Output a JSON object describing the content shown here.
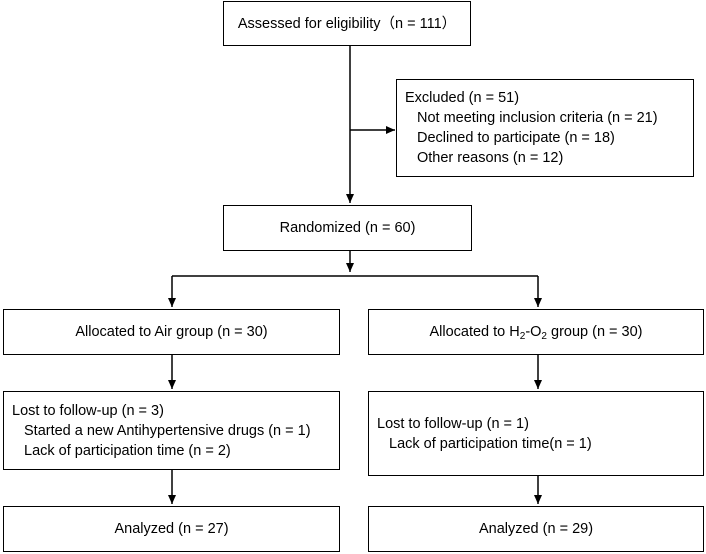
{
  "assessed": "Assessed for eligibility（n = 111）",
  "excluded": {
    "title": "Excluded (n = 51)",
    "items": [
      "Not meeting inclusion criteria (n = 21)",
      "Declined to participate (n = 18)",
      "Other reasons (n = 12)"
    ]
  },
  "randomized": "Randomized (n = 60)",
  "air": {
    "allocated": "Allocated to Air group (n = 30)",
    "lost_title": "Lost to follow-up (n = 3)",
    "lost_items": [
      "Started a new Antihypertensive drugs (n = 1)",
      "Lack of participation time (n = 2)"
    ],
    "analyzed": "Analyzed (n = 27)"
  },
  "h2o2": {
    "allocated_prefix": "Allocated to H",
    "sub1": "2",
    "allocated_mid": "-O",
    "sub2": "2",
    "allocated_suffix": " group (n = 30)",
    "lost_title": "Lost to follow-up (n = 1)",
    "lost_items": [
      "Lack of participation time(n = 1)"
    ],
    "analyzed": "Analyzed (n = 29)"
  }
}
